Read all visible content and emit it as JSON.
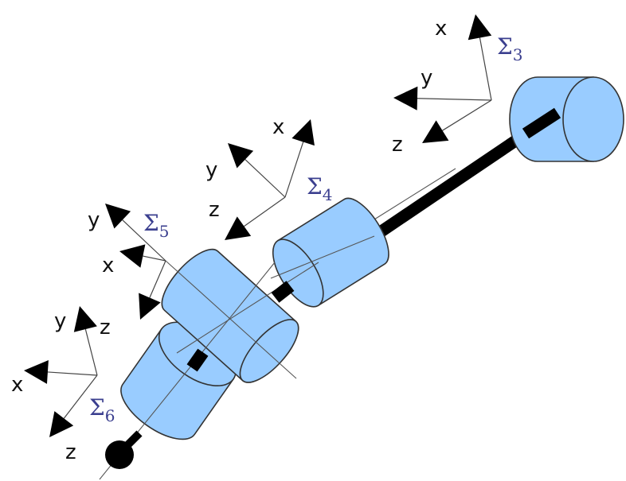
{
  "frames": {
    "s3": {
      "symbol": "Σ",
      "index": "3",
      "x": "x",
      "y": "y",
      "z": "z"
    },
    "s4": {
      "symbol": "Σ",
      "index": "4",
      "x": "x",
      "y": "y",
      "z": "z"
    },
    "s5": {
      "symbol": "Σ",
      "index": "5",
      "x": "x",
      "y": "y",
      "z": "z"
    },
    "s6": {
      "symbol": "Σ",
      "index": "6",
      "x": "x",
      "y": "y",
      "z": "z"
    }
  },
  "colors": {
    "joint_fill": "#99ccff",
    "label": "#3b3f8f",
    "link": "#000000"
  }
}
